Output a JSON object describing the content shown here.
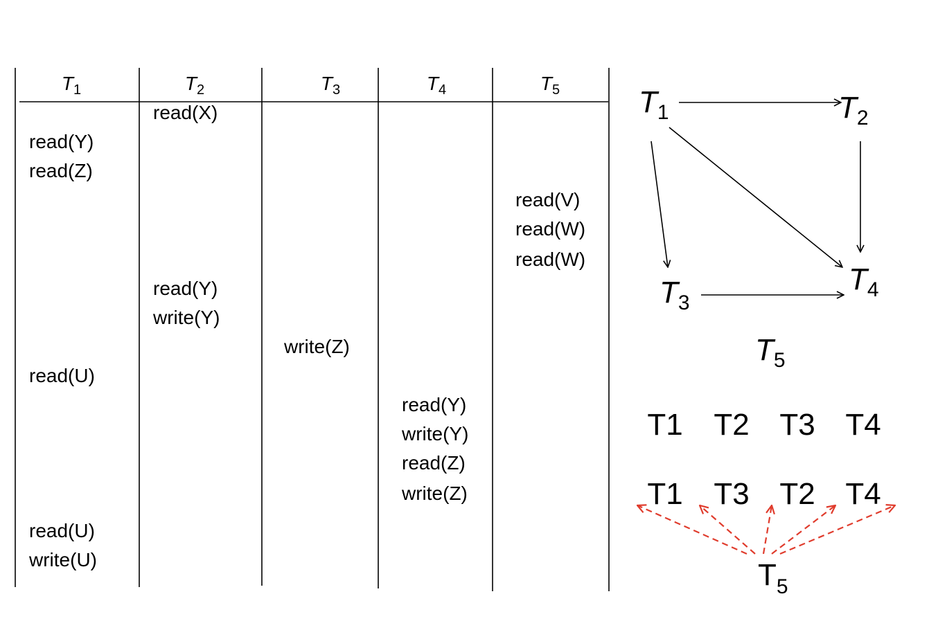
{
  "table": {
    "columns": [
      {
        "base": "T",
        "sub": "1"
      },
      {
        "base": "T",
        "sub": "2"
      },
      {
        "base": "T",
        "sub": "3"
      },
      {
        "base": "T",
        "sub": "4"
      },
      {
        "base": "T",
        "sub": "5"
      }
    ],
    "operations": [
      {
        "col": 1,
        "row": 0,
        "text": "read(X)"
      },
      {
        "col": 0,
        "row": 1,
        "text": "read(Y)"
      },
      {
        "col": 0,
        "row": 2,
        "text": "read(Z)"
      },
      {
        "col": 4,
        "row": 3,
        "text": "read(V)"
      },
      {
        "col": 4,
        "row": 4,
        "text": "read(W)"
      },
      {
        "col": 4,
        "row": 5,
        "text": "read(W)"
      },
      {
        "col": 1,
        "row": 6,
        "text": "read(Y)"
      },
      {
        "col": 1,
        "row": 7,
        "text": "write(Y)"
      },
      {
        "col": 2,
        "row": 8,
        "text": "write(Z)"
      },
      {
        "col": 0,
        "row": 9,
        "text": "read(U)"
      },
      {
        "col": 3,
        "row": 10,
        "text": "read(Y)"
      },
      {
        "col": 3,
        "row": 11,
        "text": "write(Y)"
      },
      {
        "col": 3,
        "row": 12,
        "text": "read(Z)"
      },
      {
        "col": 3,
        "row": 13,
        "text": "write(Z)"
      },
      {
        "col": 0,
        "row": 14,
        "text": "read(U)"
      },
      {
        "col": 0,
        "row": 15,
        "text": "write(U)"
      }
    ]
  },
  "graph": {
    "nodes": [
      {
        "id": "T1",
        "base": "T",
        "sub": "1"
      },
      {
        "id": "T2",
        "base": "T",
        "sub": "2"
      },
      {
        "id": "T3",
        "base": "T",
        "sub": "3"
      },
      {
        "id": "T4",
        "base": "T",
        "sub": "4"
      },
      {
        "id": "T5",
        "base": "T",
        "sub": "5"
      }
    ],
    "edges": [
      {
        "from": "T1",
        "to": "T2"
      },
      {
        "from": "T1",
        "to": "T3"
      },
      {
        "from": "T1",
        "to": "T4"
      },
      {
        "from": "T2",
        "to": "T4"
      },
      {
        "from": "T3",
        "to": "T4"
      }
    ]
  },
  "orders": {
    "row1": [
      "T1",
      "T2",
      "T3",
      "T4"
    ],
    "row2": [
      "T1",
      "T3",
      "T2",
      "T4"
    ]
  },
  "insertion": {
    "label_base": "T",
    "label_sub": "5",
    "arrow_count": 5,
    "arrow_color": "#e03c2d"
  },
  "colors": {
    "line": "#000000",
    "text": "#000000",
    "dashed_arrow": "#e03c2d"
  }
}
